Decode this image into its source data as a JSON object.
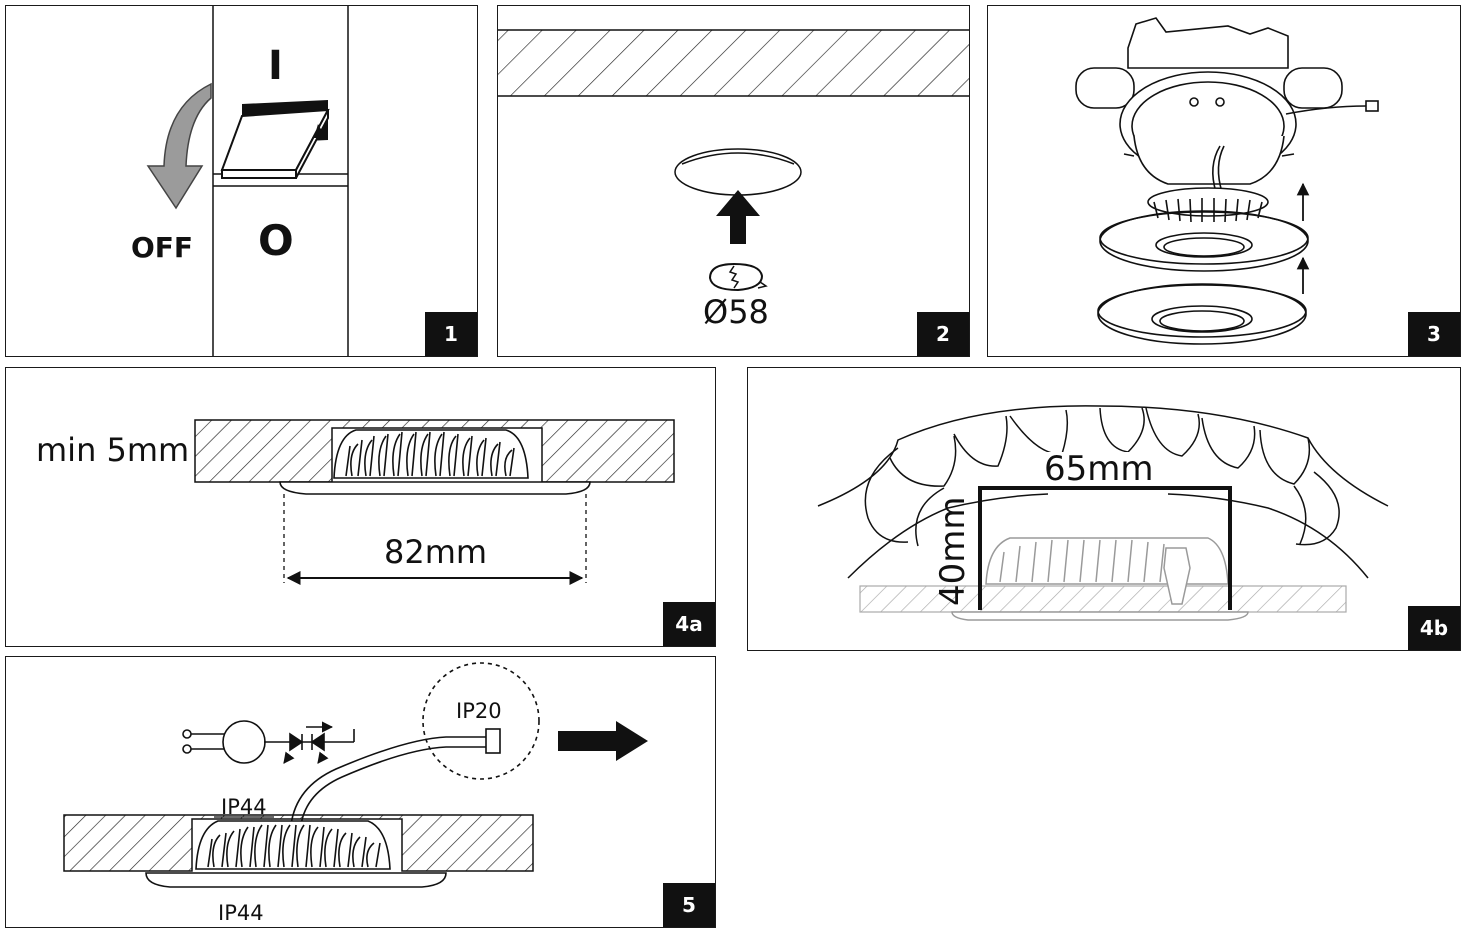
{
  "steps": [
    {
      "id": "1",
      "badge": "1"
    },
    {
      "id": "2",
      "badge": "2"
    },
    {
      "id": "3",
      "badge": "3"
    },
    {
      "id": "4a",
      "badge": "4a"
    },
    {
      "id": "4b",
      "badge": "4b"
    },
    {
      "id": "5",
      "badge": "5"
    }
  ],
  "step1": {
    "switch_on_mark": "I",
    "switch_off_mark": "O",
    "off_label": "OFF"
  },
  "step2": {
    "hole_diameter": "Ø58"
  },
  "step4a": {
    "min_thickness": "min 5mm",
    "outer_diameter": "82mm"
  },
  "step4b": {
    "width": "65mm",
    "height": "40mm"
  },
  "step5": {
    "connector_rating": "IP20",
    "body_rating": "IP44",
    "front_rating": "IP44"
  },
  "colors": {
    "line": "#111111",
    "badge_bg": "#111111",
    "badge_text": "#ffffff",
    "gray_line": "#9a9a9a"
  }
}
